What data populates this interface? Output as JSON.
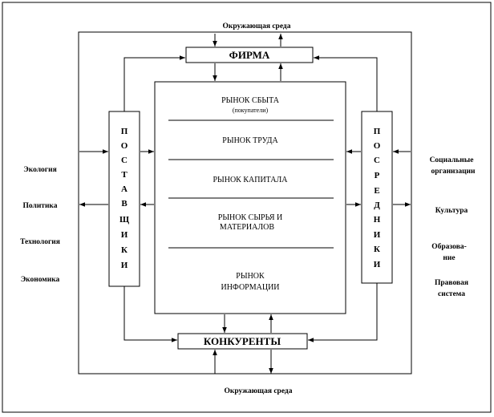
{
  "env_top": "Окружающая среда",
  "env_bottom": "Окружающая среда",
  "firm": "ФИРМА",
  "competitors": "КОНКУРЕНТЫ",
  "suppliers_letters": [
    "П",
    "О",
    "С",
    "Т",
    "А",
    "В",
    "Щ",
    "И",
    "К",
    "И"
  ],
  "intermediaries_letters": [
    "П",
    "О",
    "С",
    "Р",
    "Е",
    "Д",
    "Н",
    "И",
    "К",
    "И"
  ],
  "markets": {
    "sales_line1": "РЫНОК СБЫТА",
    "sales_line2": "(покупатели)",
    "labor": "РЫНОК ТРУДА",
    "capital": "РЫНОК КАПИТАЛА",
    "raw_line1": "РЫНОК СЫРЬЯ И",
    "raw_line2": "МАТЕРИАЛОВ",
    "info_line1": "РЫНОК",
    "info_line2": "ИНФОРМАЦИИ"
  },
  "left_factors": [
    "Экология",
    "Политика",
    "Технология",
    "Экономика"
  ],
  "right_factors": {
    "social_line1": "Социальные",
    "social_line2": "организации",
    "culture": "Культура",
    "education_line1": "Образова-",
    "education_line2": "ние",
    "legal_line1": "Правовая",
    "legal_line2": "система"
  }
}
